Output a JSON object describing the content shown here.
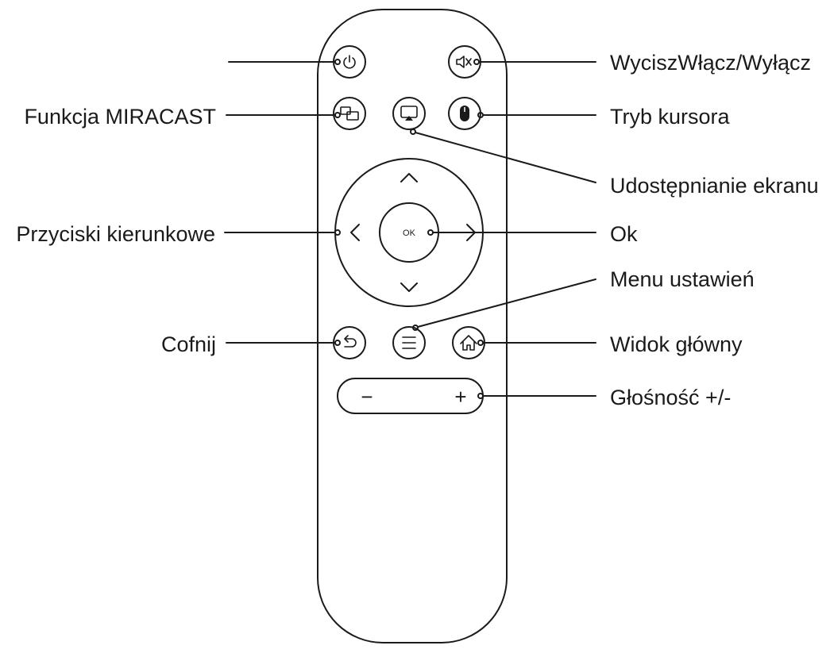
{
  "labels": {
    "mute": "WyciszWłącz/Wyłącz",
    "miracast": "Funkcja MIRACAST",
    "cursor_mode": "Tryb kursora",
    "screen_share": "Udostępnianie ekranu",
    "direction_keys": "Przyciski kierunkowe",
    "ok": "Ok",
    "settings_menu": "Menu ustawień",
    "back": "Cofnij",
    "home": "Widok główny",
    "volume": "Głośność +/-"
  },
  "buttons": {
    "ok_text": "OK",
    "volume_minus": "−",
    "volume_plus": "+"
  },
  "colors": {
    "ink": "#1a1a1a",
    "background": "#ffffff"
  }
}
